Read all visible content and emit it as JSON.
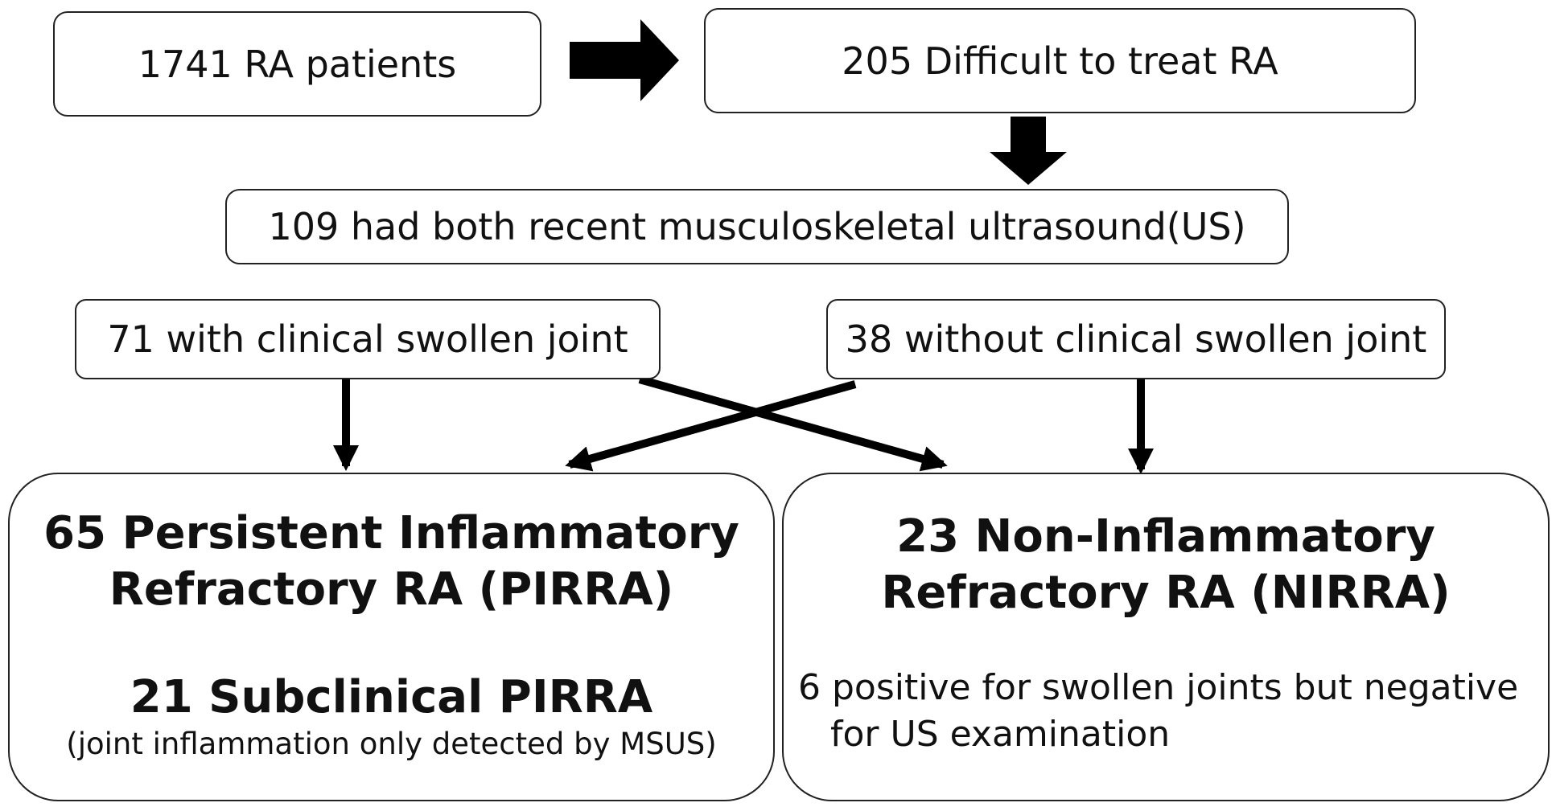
{
  "boxes": {
    "ra_patients": "1741 RA patients",
    "difficult": "205 Difficult to treat RA",
    "ultrasound": "109 had both recent musculoskeletal ultrasound(US)",
    "with_swollen": "71 with clinical swollen joint",
    "without_swollen": "38 without clinical swollen joint"
  },
  "pirra": {
    "title_line1": "65 Persistent Inflammatory",
    "title_line2": "Refractory RA (PIRRA)",
    "sub_title": "21  Subclinical PIRRA",
    "sub_note": "(joint inflammation only detected by MSUS)"
  },
  "nirra": {
    "title_line1": "23 Non-Inflammatory",
    "title_line2": "Refractory RA (NIRRA)",
    "note_line1": "6 positive for swollen joints but negative",
    "note_line2": "for US examination"
  }
}
